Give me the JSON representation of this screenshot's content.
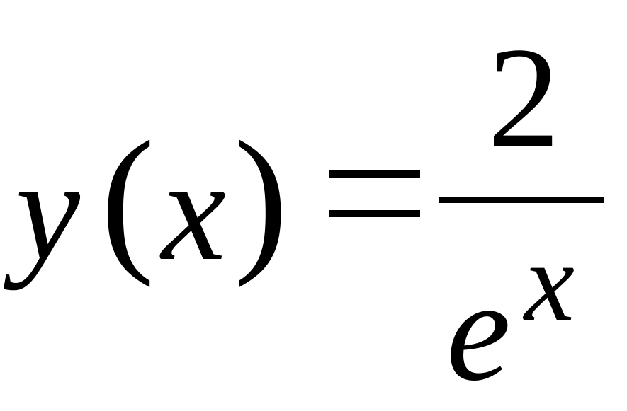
{
  "formula": {
    "function_name": "y",
    "left_paren": "(",
    "argument": "x",
    "right_paren": ")",
    "numerator": "2",
    "denominator_base": "e",
    "denominator_exponent": "x"
  },
  "colors": {
    "ink": "#000000",
    "background": "#ffffff"
  }
}
